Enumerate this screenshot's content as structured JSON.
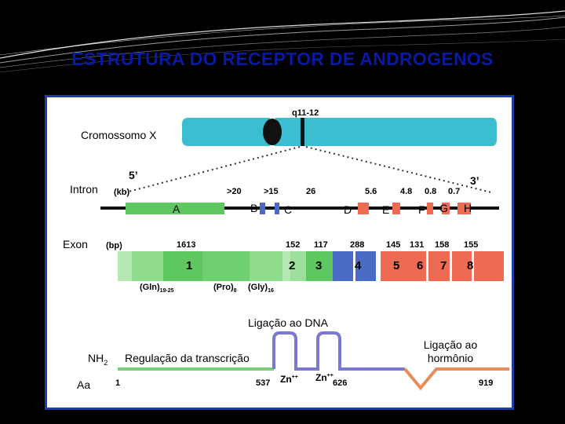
{
  "slide": {
    "title": "ESTRUTURA DO RECEPTOR DE ANDROGENOS"
  },
  "chromosome": {
    "label": "Cromossomo X",
    "band": "q11-12"
  },
  "gene": {
    "five_prime": "5’",
    "three_prime": "3’",
    "intron_label": "Intron",
    "unit_kb": "(kb)",
    "intron_sizes": [
      ">20",
      ">15",
      "26",
      "5.6",
      "4.8",
      "0.8",
      "0.7"
    ],
    "exon_letters": [
      "A",
      "B",
      "C",
      "D",
      "E",
      "F",
      "G",
      "H"
    ]
  },
  "exons": {
    "label": "Exon",
    "unit_bp": "(bp)",
    "sizes": [
      "1613",
      "152",
      "117",
      "288",
      "145",
      "131",
      "158",
      "155"
    ],
    "numbers": [
      "1",
      "2",
      "3",
      "4",
      "5",
      "6",
      "7",
      "8"
    ],
    "repeats": [
      "(Gln)",
      "(Pro)",
      "(Gly)"
    ],
    "repeat_subs": [
      "19-25",
      "8",
      "16"
    ]
  },
  "protein": {
    "dna_binding": "Ligação ao DNA",
    "hormone_binding": "Ligação ao hormônio",
    "nh2": "NH",
    "nh2_sub": "2",
    "regulation": "Regulação da transcrição",
    "aa_label": "Aa",
    "positions": [
      "1",
      "537",
      "626",
      "919"
    ],
    "zinc": [
      "Zn",
      "Zn"
    ],
    "zinc_sup": "++"
  },
  "colors": {
    "title": "#0a1aa0",
    "frame": "#1f3fa8",
    "chromosome": "#3bbfd0",
    "exon_green": "#5fc75f",
    "exon_blue": "#4a6bc4",
    "exon_red": "#ee6a52",
    "line_green": "#7ccf7c",
    "line_purple": "#7b78d0",
    "line_orange": "#e88b5a"
  }
}
